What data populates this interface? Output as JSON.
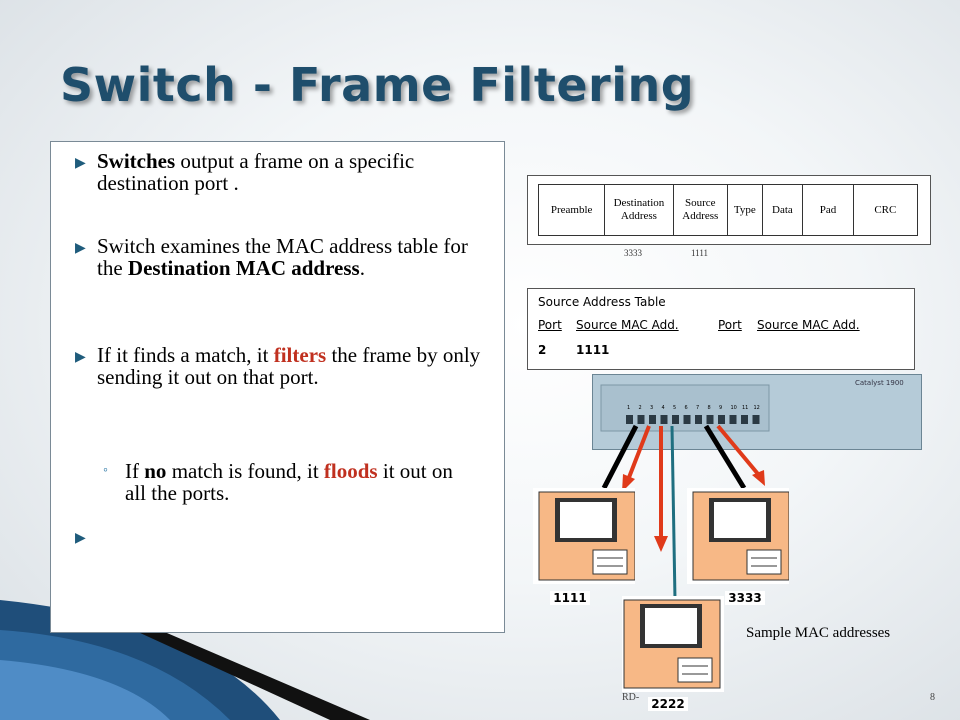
{
  "slide": {
    "title": "Switch - Frame Filtering",
    "page_number": "8",
    "footer_left": "RD-"
  },
  "bullets": [
    {
      "parts": [
        {
          "text": "Switches",
          "style": "b"
        },
        {
          "text": " output a frame on a specific destination port .",
          "style": ""
        }
      ]
    },
    {
      "parts": [
        {
          "text": "Switch examines the MAC  address table for the ",
          "style": ""
        },
        {
          "text": "Destination MAC address",
          "style": "b"
        },
        {
          "text": ".",
          "style": ""
        }
      ]
    },
    {
      "parts": [
        {
          "text": "If it finds a match, it ",
          "style": ""
        },
        {
          "text": "filters",
          "style": "red"
        },
        {
          "text": " the frame by only sending it out on that port.",
          "style": ""
        }
      ]
    },
    {
      "parts": [
        {
          "text": "",
          "style": ""
        }
      ]
    }
  ],
  "sub_bullets": [
    {
      "parts": [
        {
          "text": "If ",
          "style": ""
        },
        {
          "text": "no",
          "style": "b"
        },
        {
          "text": " match is found, it ",
          "style": ""
        },
        {
          "text": "floods",
          "style": "red"
        },
        {
          "text": " it out on all the ports.",
          "style": ""
        }
      ]
    }
  ],
  "frame_fields": [
    "Preamble",
    "Destination Address",
    "Source Address",
    "Type",
    "Data",
    "Pad",
    "CRC"
  ],
  "frame_annotations": {
    "destination": "3333",
    "source": "1111"
  },
  "source_address_table": {
    "title": "Source Address Table",
    "headers": [
      "Port",
      "Source MAC Add.",
      "Port",
      "Source MAC Add."
    ],
    "rows": [
      [
        "2",
        "1111"
      ]
    ]
  },
  "switch": {
    "brand": "Catalyst 1900",
    "port_numbers": [
      "1",
      "2",
      "3",
      "4",
      "5",
      "6",
      "7",
      "8",
      "9",
      "10",
      "11",
      "12"
    ]
  },
  "computers": [
    {
      "mac": "1111"
    },
    {
      "mac": "2222"
    },
    {
      "mac": "3333"
    }
  ],
  "caption": "Sample MAC addresses",
  "colors": {
    "title": "#1f4e6c",
    "highlight": "#c0301f",
    "flood_arrow": "#e03a1a",
    "cable_black": "#000000",
    "cable_teal": "#1f6f80"
  }
}
